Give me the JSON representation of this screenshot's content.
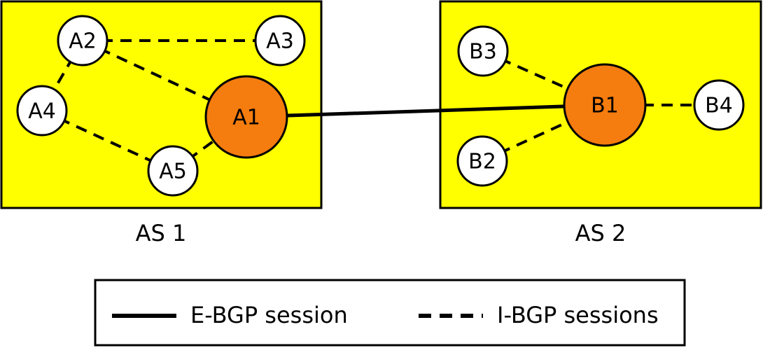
{
  "colors": {
    "as_fill": "#ffff00",
    "border_router_fill": "#f57c0e",
    "internal_router_fill": "#ffffff",
    "stroke": "#000000",
    "legend_fill": "#ffffff"
  },
  "autonomous_systems": [
    {
      "id": "as1",
      "label": "AS 1",
      "routers": [
        "A1",
        "A2",
        "A3",
        "A4",
        "A5"
      ],
      "border_router": "A1"
    },
    {
      "id": "as2",
      "label": "AS 2",
      "routers": [
        "B1",
        "B2",
        "B3",
        "B4"
      ],
      "border_router": "B1"
    }
  ],
  "nodes": {
    "A1": {
      "label": "A1",
      "role": "border"
    },
    "A2": {
      "label": "A2",
      "role": "internal"
    },
    "A3": {
      "label": "A3",
      "role": "internal"
    },
    "A4": {
      "label": "A4",
      "role": "internal"
    },
    "A5": {
      "label": "A5",
      "role": "internal"
    },
    "B1": {
      "label": "B1",
      "role": "border"
    },
    "B2": {
      "label": "B2",
      "role": "internal"
    },
    "B3": {
      "label": "B3",
      "role": "internal"
    },
    "B4": {
      "label": "B4",
      "role": "internal"
    }
  },
  "edges": [
    {
      "from": "A2",
      "to": "A3",
      "type": "ibgp"
    },
    {
      "from": "A2",
      "to": "A1",
      "type": "ibgp"
    },
    {
      "from": "A2",
      "to": "A4",
      "type": "ibgp"
    },
    {
      "from": "A4",
      "to": "A5",
      "type": "ibgp"
    },
    {
      "from": "A5",
      "to": "A1",
      "type": "ibgp"
    },
    {
      "from": "B3",
      "to": "B1",
      "type": "ibgp"
    },
    {
      "from": "B2",
      "to": "B1",
      "type": "ibgp"
    },
    {
      "from": "B1",
      "to": "B4",
      "type": "ibgp"
    },
    {
      "from": "A1",
      "to": "B1",
      "type": "ebgp"
    }
  ],
  "legend": {
    "ebgp_label": "E-BGP session",
    "ibgp_label": "I-BGP sessions"
  }
}
